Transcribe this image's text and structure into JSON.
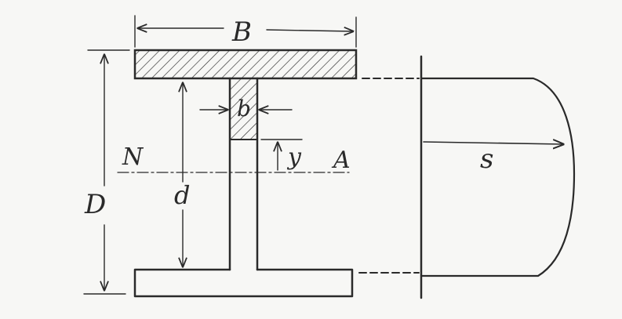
{
  "labels": {
    "flange_width": "B",
    "overall_depth": "D",
    "web_depth": "d",
    "web_thickness": "b",
    "neutral_axis_left": "N",
    "neutral_axis_right": "A",
    "distance_from_axis": "y",
    "shear_stress": "s"
  },
  "colors": {
    "ink": "#2a2a2a",
    "paper": "#f7f7f5"
  }
}
